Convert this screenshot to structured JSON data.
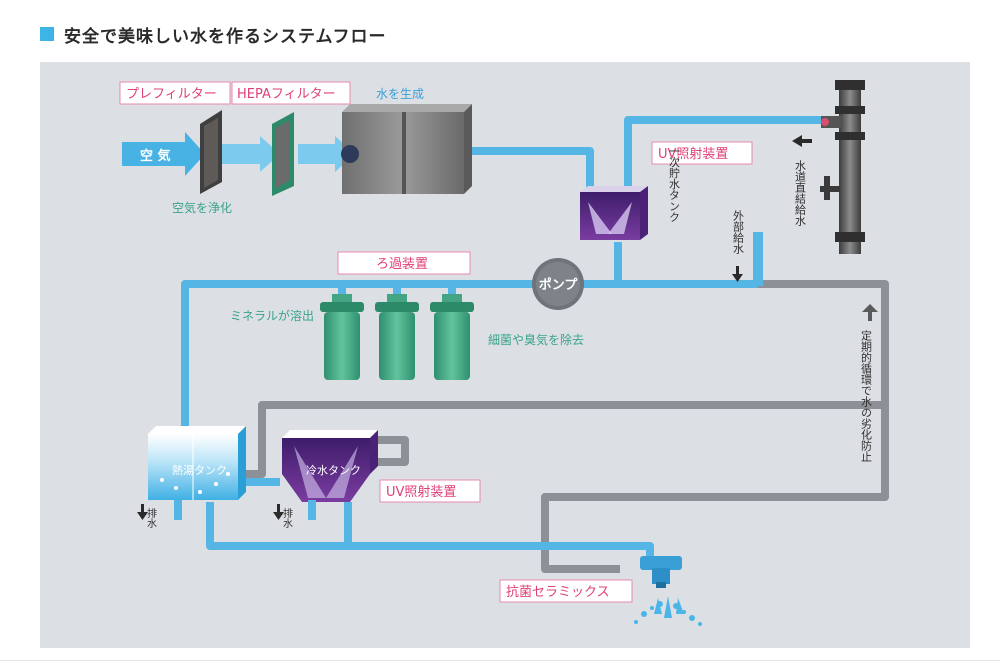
{
  "title": "安全で美味しい水を作るシステムフロー",
  "labels": {
    "prefilter": "プレフィルター",
    "hepa": "HEPAフィルター",
    "water_gen": "水を生成",
    "air": "空 気",
    "air_purify": "空気を浄化",
    "uv_top": "UV照射装置",
    "primary_tank": "一次貯水タンク",
    "direct_water": "水道直結給水",
    "external_supply": "外部給水",
    "filtration": "ろ過装置",
    "pump": "ポンプ",
    "mineral": "ミネラルが溶出",
    "bacteria": "細菌や臭気を除去",
    "hot_tank": "熱湯タンク",
    "cold_tank": "冷水タンク",
    "uv_bottom": "UV照射装置",
    "drain_left": "排水",
    "drain_right": "排水",
    "circulation": "定期的循環で水の劣化防止",
    "ceramics": "抗菌セラミックス"
  },
  "colors": {
    "accent": "#3cb4e6",
    "pipe_blue": "#55b6e6",
    "pipe_gray": "#8d9096",
    "pink": "#e0407a",
    "teal": "#3aa38a",
    "purple": "#5b2d8a"
  }
}
